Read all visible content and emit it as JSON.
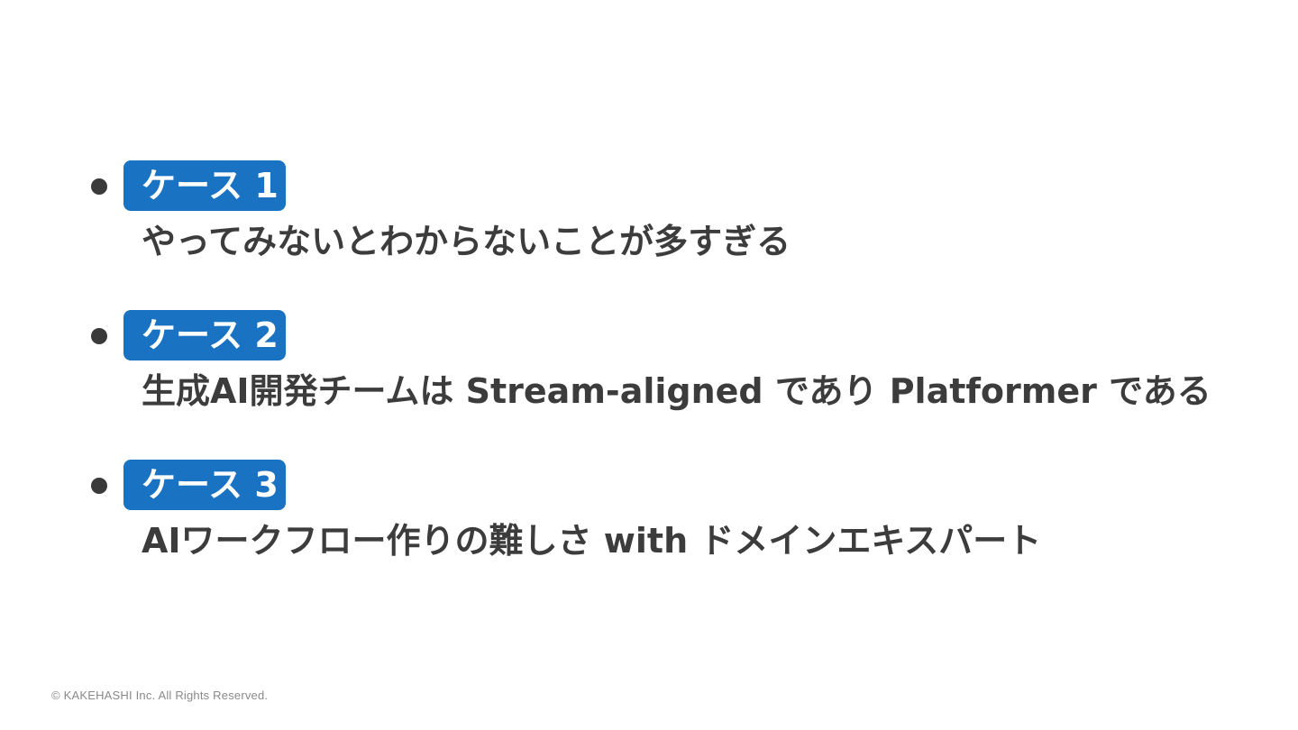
{
  "cases": [
    {
      "badge": "ケース 1",
      "description": "やってみないとわからないことが多すぎる"
    },
    {
      "badge": "ケース 2",
      "description": "生成AI開発チームは Stream-aligned であり Platformer である"
    },
    {
      "badge": "ケース 3",
      "description": "AIワークフロー作りの難しさ with ドメインエキスパート"
    }
  ],
  "footer": {
    "copyright": "© KAKEHASHI Inc. All Rights Reserved."
  },
  "colors": {
    "badge_background": "#1a73c2",
    "badge_text": "#ffffff",
    "body_text": "#3c3c3c",
    "bullet": "#3a3a3a",
    "footer_text": "#8a8a8a"
  }
}
